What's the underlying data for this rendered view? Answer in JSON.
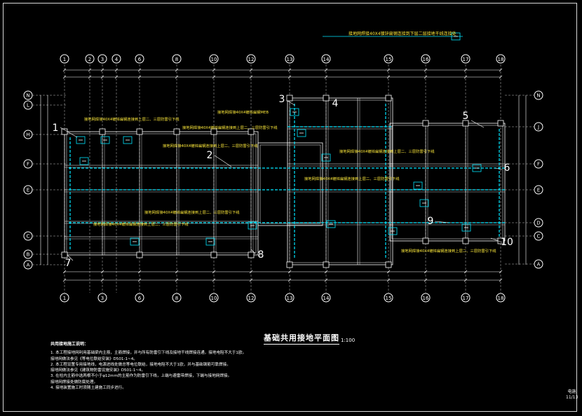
{
  "drawing": {
    "title": "基础共用接地平面图",
    "scale": "1:100",
    "sheet_label": "电施",
    "sheet_number": "11/13",
    "top_note": "接地网焊接40X4镀锌扁钢连接到下层二层接地干线连接处"
  },
  "axes": {
    "top_labels": [
      "1",
      "2",
      "3",
      "4",
      "6",
      "8",
      "10",
      "12",
      "13",
      "14",
      "15",
      "16",
      "17",
      "18"
    ],
    "bottom_labels": [
      "1",
      "3",
      "6",
      "8",
      "10",
      "12",
      "13",
      "14",
      "15",
      "16",
      "17",
      "18"
    ],
    "left_labels": [
      "N",
      "L",
      "H",
      "F",
      "E",
      "C",
      "B",
      "A"
    ],
    "right_labels": [
      "N",
      "J",
      "F",
      "E",
      "D",
      "C",
      "A"
    ]
  },
  "callout_numbers": [
    "1",
    "2",
    "3",
    "4",
    "5",
    "6",
    "7",
    "8",
    "9",
    "10"
  ],
  "annotations": [
    "接地网焊接40X4镀锌扁钢连接到上层二、三层防雷引下线",
    "接地网焊接40X4镀锌扁钢MEB",
    "接地网焊接40X4镀锌扁钢连接到上层二、三层防雷引下线",
    "接地网焊接40X4镀锌扁钢连接到上层二、三层防雷引下线",
    "接地网焊接40X4镀锌扁钢连接到上层二、三层防雷引下线",
    "接地网焊接40X4镀锌扁钢连接到上层二、三层防雷引下线",
    "接地网焊接40X4镀锌扁钢连接到上层二、三层防雷引下线",
    "接地网焊接40X4镀锌扁钢连接到上层二、三层防雷引下线",
    "接地网焊接40X4镀锌扁钢连接到上层二、三层防雷引下线"
  ],
  "notes": {
    "heading": "共用接地施工说明：",
    "items": [
      "1. 本工程接地网利用基础梁内主筋，主筋焊接，并与所有防雷引下线及接地干线焊接连通，接地电阻不大于1欧。",
      "   接地网做法参见《等电位联结安装》D501-1~4。",
      "2. 本工程设置专用接地线，电源进线处做总等电位联结，接地电阻不大于1欧，并与基础钢筋可靠焊接。",
      "   接地网做法参见《建筑物防雷设施安装》D501-1~4。",
      "3. 在柱内主筋中选两根不小于φ12mm的主筋作为防雷引下线，上端与避雷带焊接，下端与接地网焊接。",
      "   接地网焊接处做防腐处理。",
      "4. 接地装置施工时须随土建施工同步进行。"
    ]
  },
  "colors": {
    "background": "#000000",
    "wall": "#ffffff",
    "dim": "#ffffff",
    "axis_line": "#bdbdbd",
    "grounding": "#00e5ff",
    "annotation": "#ffeb3b",
    "bubble": "#ffffff",
    "callout": "#ffffff"
  }
}
